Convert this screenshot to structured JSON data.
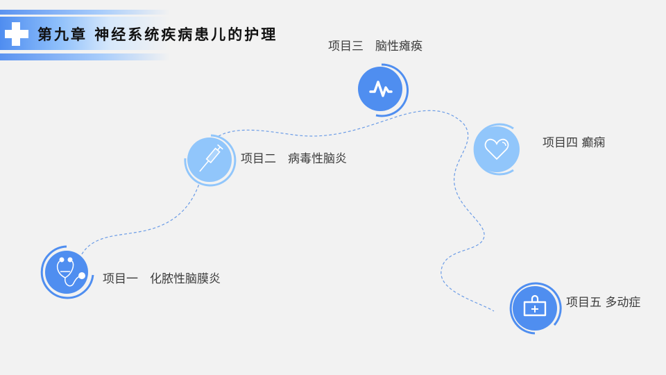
{
  "header": {
    "title": "第九章  神经系统疾病患儿的护理"
  },
  "colors": {
    "accent_dark": "#4f8ef0",
    "accent_light": "#91c6fb",
    "path": "#6a9be6",
    "text": "#3c3c3c"
  },
  "items": [
    {
      "label": "项目一　化脓性脑膜炎",
      "icon": "stethoscope-icon"
    },
    {
      "label": "项目二　病毒性脑炎",
      "icon": "syringe-icon"
    },
    {
      "label": "项目三　脑性瘫痪",
      "icon": "pulse-icon"
    },
    {
      "label": "项目四  癫痫",
      "icon": "heart-icon"
    },
    {
      "label": "项目五  多动症",
      "icon": "medical-kit-icon"
    }
  ]
}
